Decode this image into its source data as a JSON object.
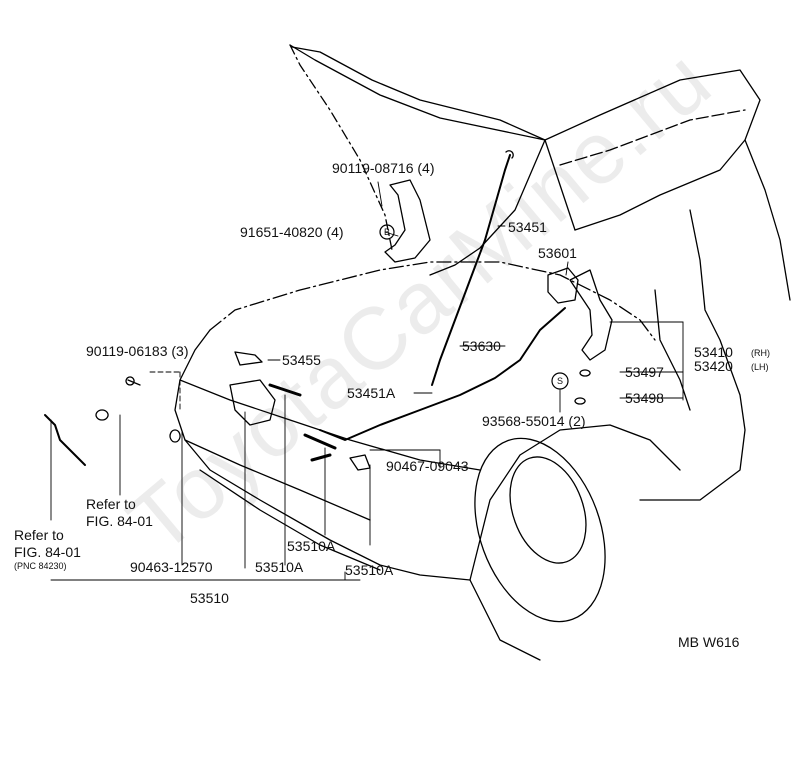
{
  "watermark": "ToyotaCarMine.ru",
  "diagram_code": "MB W616",
  "callouts": {
    "p90119_08716": "90119-08716 (4)",
    "p91651_40820": "91651-40820 (4)",
    "badge_b": "B",
    "p53451": "53451",
    "p53601": "53601",
    "p90119_06183": "90119-06183 (3)",
    "p53455": "53455",
    "p53630": "53630",
    "p53410": "53410",
    "p53410_side": "(RH)",
    "p53420": "53420",
    "p53420_side": "(LH)",
    "p53497": "53497",
    "p53451a": "53451A",
    "p53498": "53498",
    "badge_s": "S",
    "p93568": "93568-55014 (2)",
    "p90467": "90467-09043",
    "refer_a_line1": "Refer to",
    "refer_a_line2": "FIG. 84-01",
    "refer_b_line1": "Refer to",
    "refer_b_line2": "FIG. 84-01",
    "refer_b_line3": "(PNC 84230)",
    "p53510a_1": "53510A",
    "p90463": "90463-12570",
    "p53510a_2": "53510A",
    "p53510a_3": "53510A",
    "p53510": "53510"
  }
}
